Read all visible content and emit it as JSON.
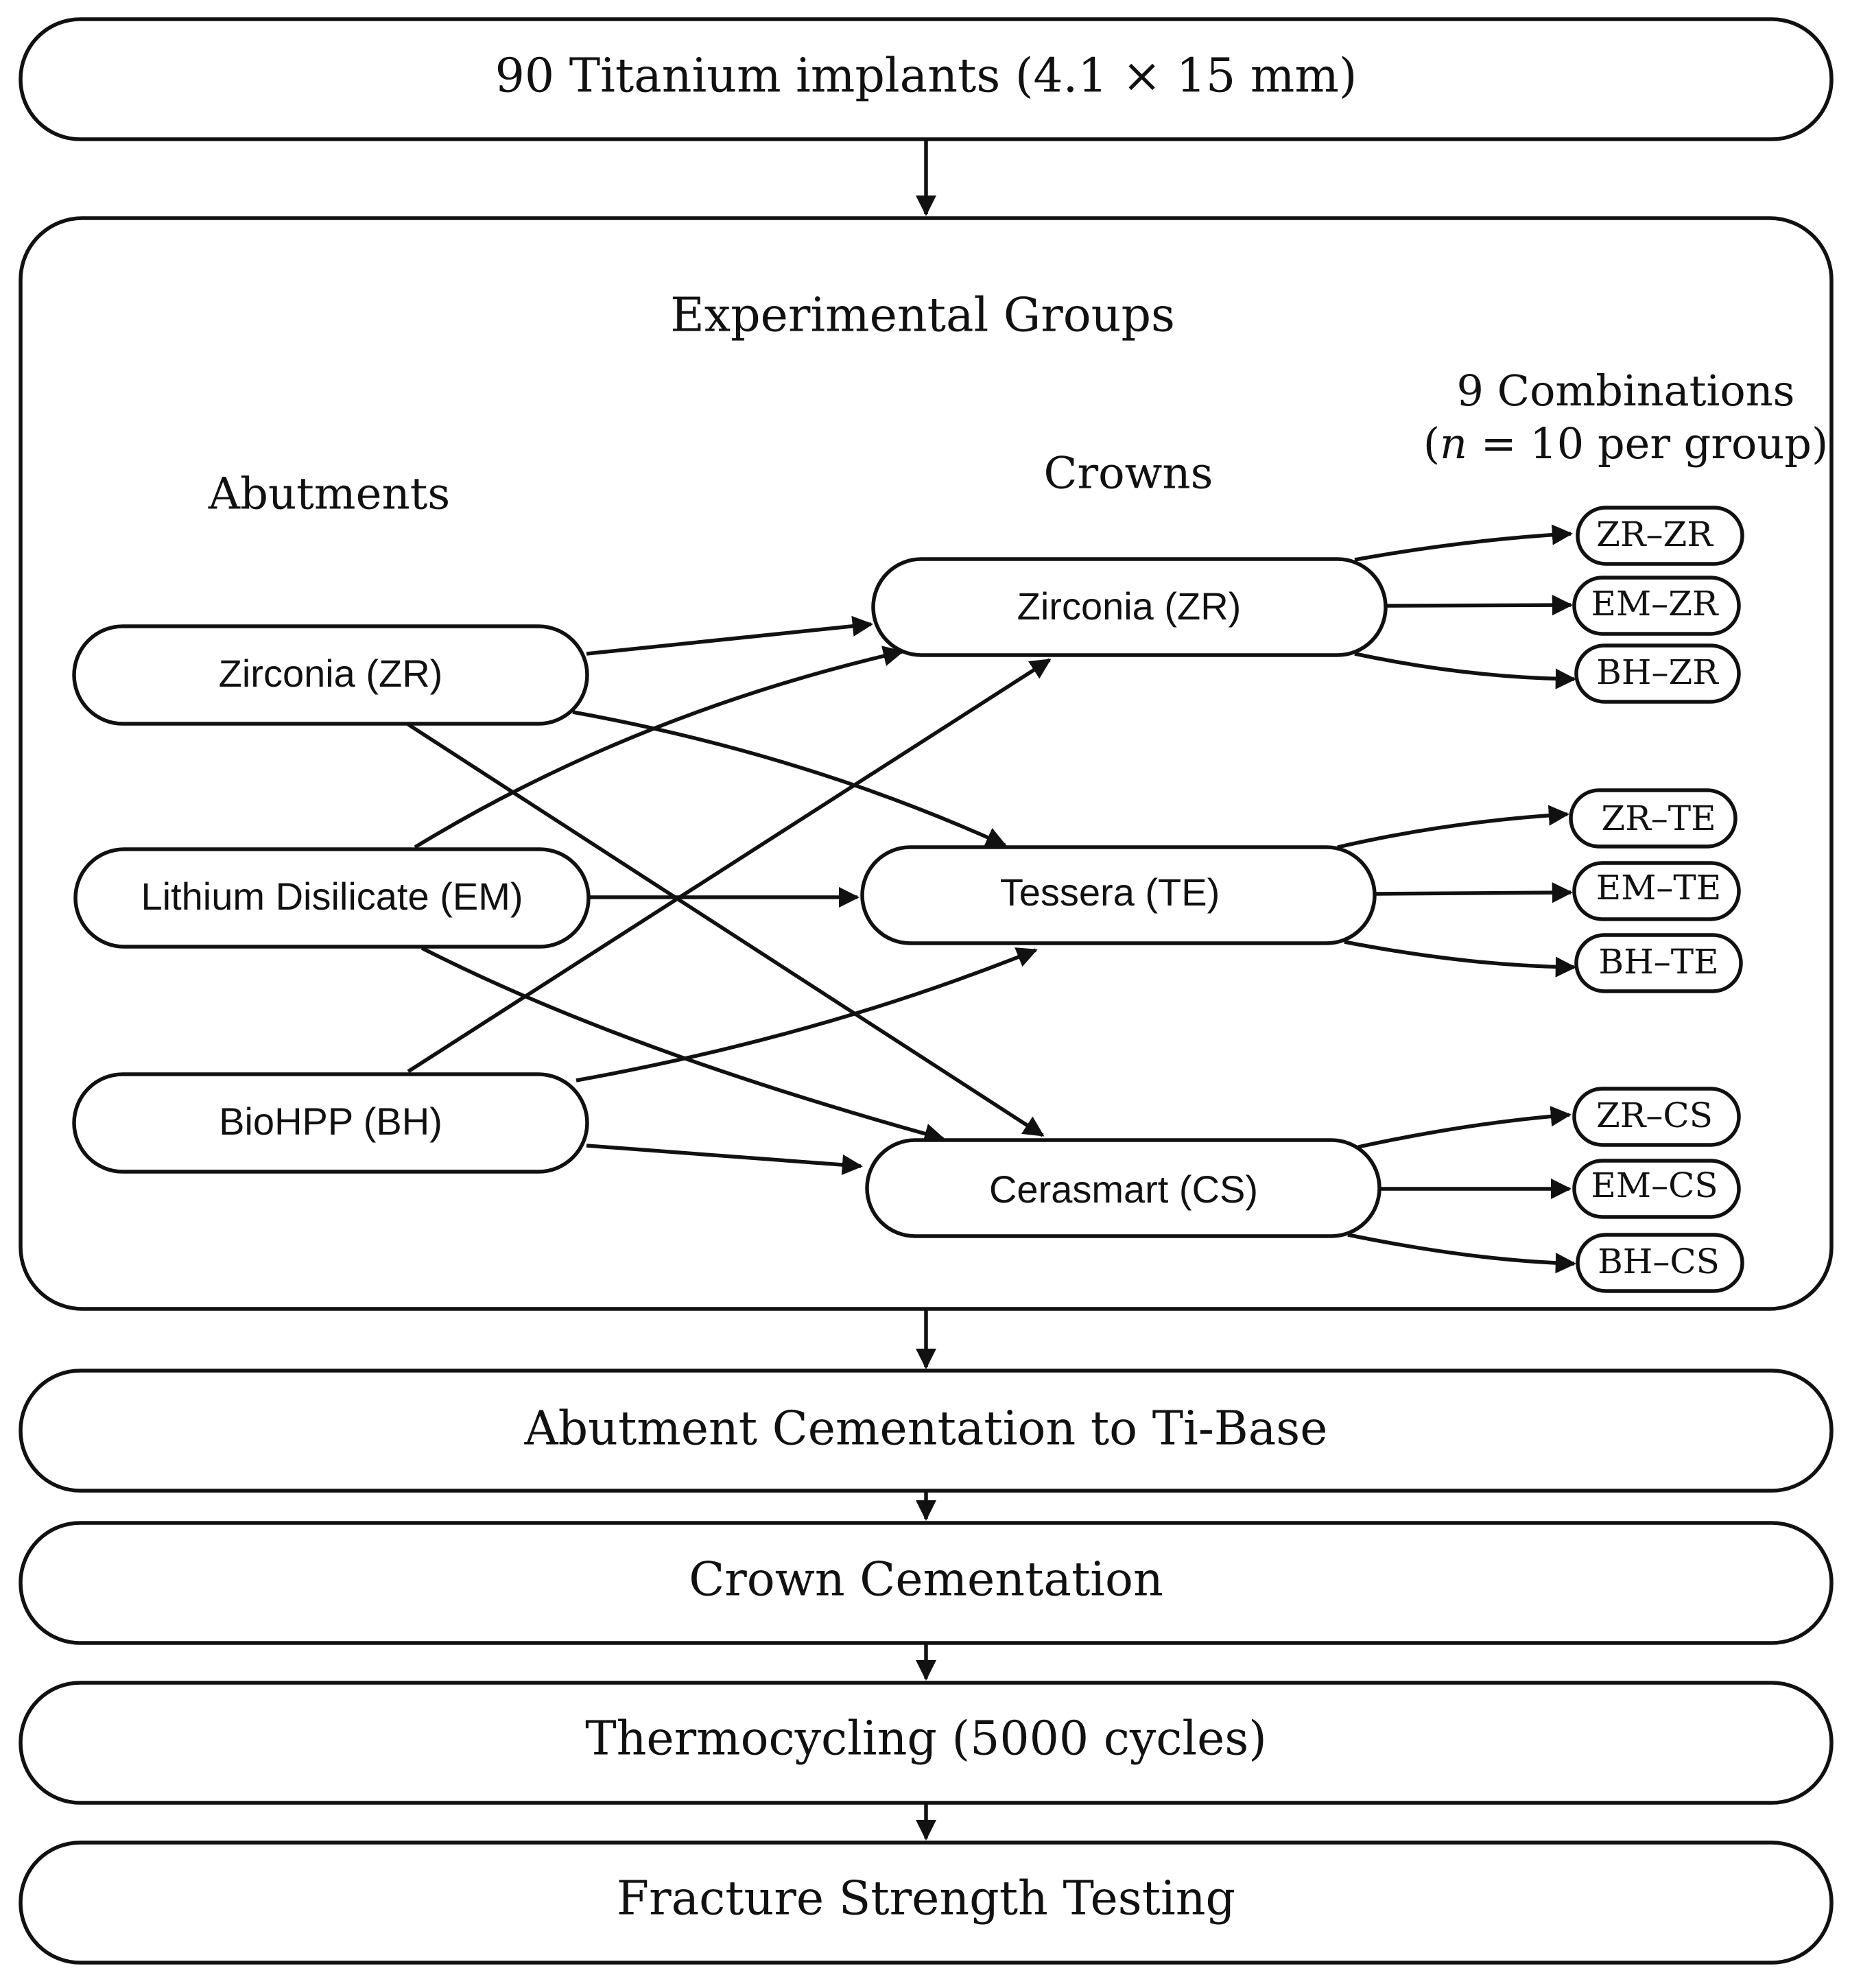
{
  "steps": {
    "implants": "90 Titanium implants (4.1 × 15 mm)",
    "groups_title": "Experimental Groups",
    "abutment_cementation": "Abutment Cementation to Ti-Base",
    "crown_cementation": "Crown Cementation",
    "thermocycling": "Thermocycling (5000 cycles)",
    "fracture_testing": "Fracture Strength Testing"
  },
  "columns": {
    "abutments": "Abutments",
    "crowns": "Crowns",
    "combinations_line1": "9 Combinations",
    "combinations_line2_open": "(",
    "combinations_line2_n": "n",
    "combinations_line2_rest": " = 10 per group)"
  },
  "abutments": [
    "Zirconia (ZR)",
    "Lithium Disilicate (EM)",
    "BioHPP (BH)"
  ],
  "crowns": [
    "Zirconia (ZR)",
    "Tessera (TE)",
    "Cerasmart (CS)"
  ],
  "combinations": [
    [
      "ZR–ZR",
      "EM–ZR",
      "BH–ZR"
    ],
    [
      "ZR–TE",
      "EM–TE",
      "BH–TE"
    ],
    [
      "ZR–CS",
      "EM–CS",
      "BH–CS"
    ]
  ]
}
